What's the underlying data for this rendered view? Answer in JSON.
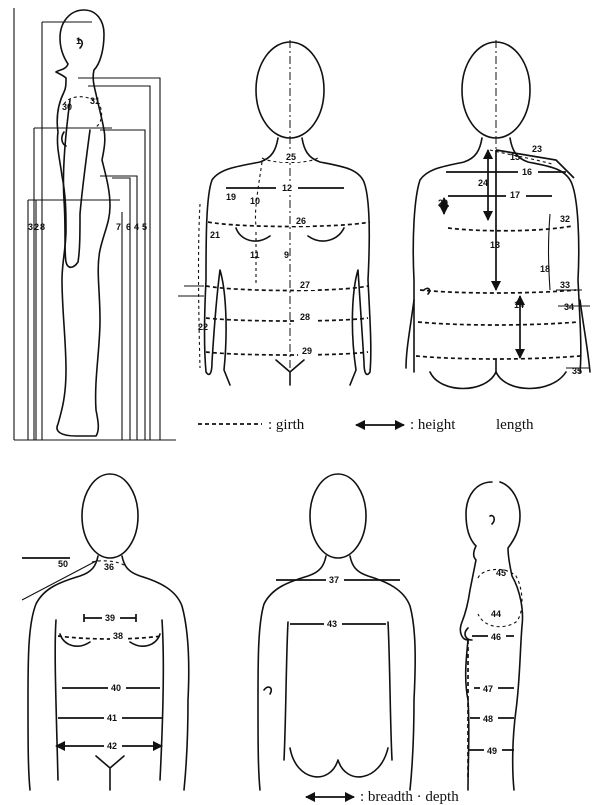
{
  "legend": {
    "girth_label": ": girth",
    "height_label": ": height",
    "length_label": "length",
    "breadth_depth_label": ": breadth · depth"
  },
  "labels": {
    "side": [
      "1",
      "30",
      "31",
      "3",
      "2",
      "8",
      "7",
      "6",
      "4",
      "5"
    ],
    "front": [
      "25",
      "12",
      "19",
      "10",
      "26",
      "11",
      "9",
      "21",
      "27",
      "28",
      "22",
      "29"
    ],
    "back": [
      "23",
      "15",
      "16",
      "24",
      "17",
      "20",
      "32",
      "13",
      "18",
      "33",
      "14",
      "34",
      "35"
    ],
    "back2": [
      "50",
      "36",
      "39",
      "38",
      "40",
      "41",
      "42"
    ],
    "back3": [
      "37",
      "43"
    ],
    "side2": [
      "45",
      "44",
      "46",
      "47",
      "48",
      "49"
    ]
  }
}
